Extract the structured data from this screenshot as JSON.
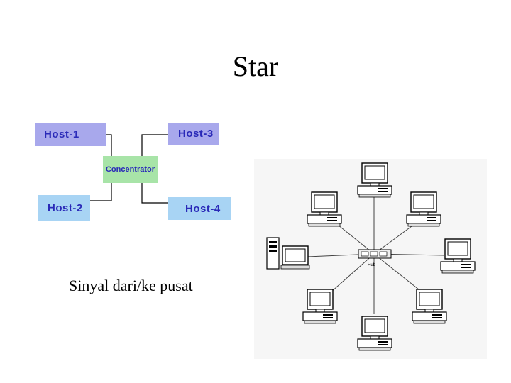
{
  "slide": {
    "title": "Star",
    "caption": "Sinyal dari/ke pusat"
  },
  "left_diagram": {
    "hosts": [
      "Host-1",
      "Host-2",
      "Host-3",
      "Host-4"
    ],
    "center_label": "Concentrator",
    "colors": {
      "host_top": "#a8a8ec",
      "host_bottom": "#a8d4f4",
      "concentrator": "#a8e4a8",
      "text": "#2a2ab8"
    }
  },
  "network_image": {
    "hub_label": "Hub",
    "node_icons": [
      "computer-icon",
      "computer-icon",
      "computer-icon",
      "computer-icon",
      "computer-icon",
      "computer-icon",
      "computer-icon",
      "tower-computer-icon"
    ]
  }
}
